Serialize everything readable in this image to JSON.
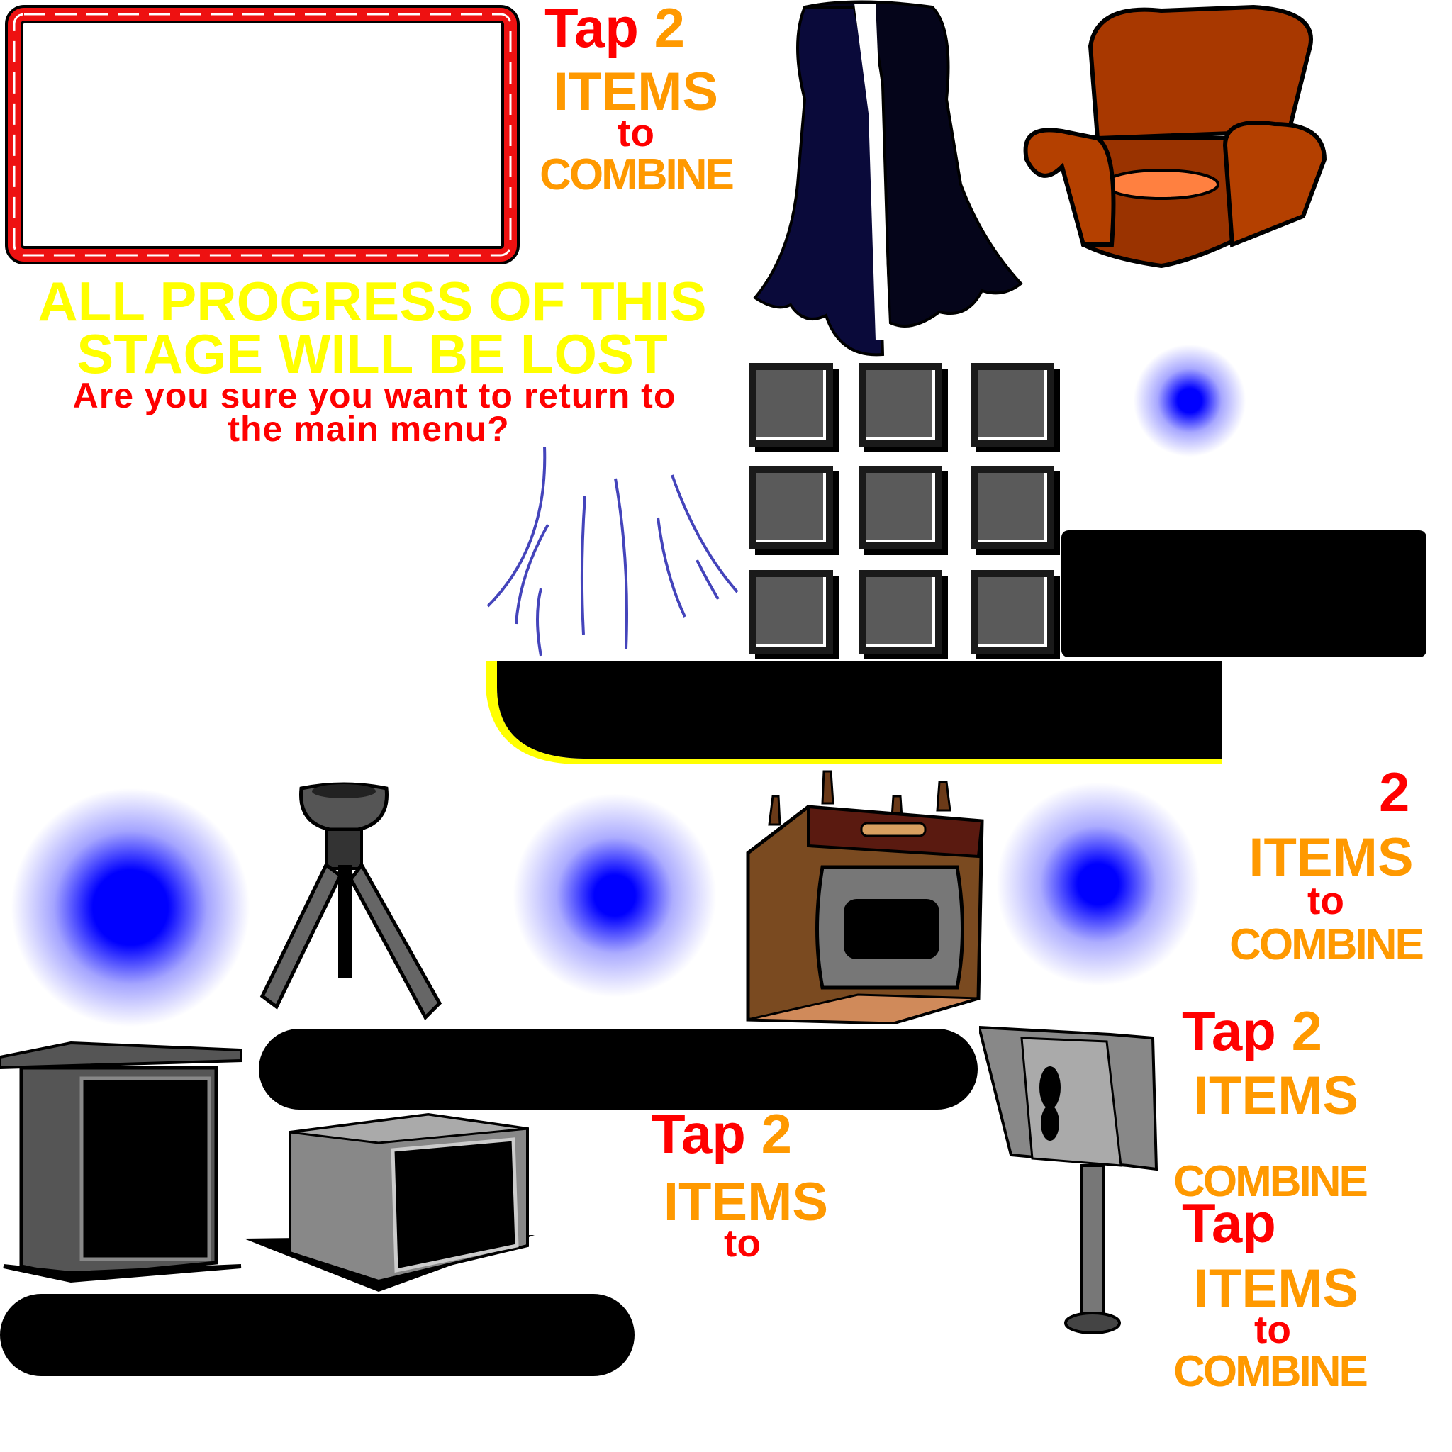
{
  "hint_top": {
    "tap": "Tap",
    "num": "2",
    "items": "ITEMS",
    "to": "to",
    "combine": "COMBINE"
  },
  "warning": {
    "line1": "ALL PROGRESS OF THIS",
    "line2": "STAGE WILL BE LOST",
    "question1": "Are you sure you want to return to",
    "question2": "the main menu?"
  },
  "hint_right": {
    "num": "2",
    "items": "ITEMS",
    "to": "to",
    "combine": "COMBINE"
  },
  "hint_center": {
    "tap": "Tap",
    "num": "2",
    "items": "ITEMS",
    "to": "to"
  },
  "hint_right_b": {
    "tap": "Tap",
    "num": "2",
    "items": "ITEMS",
    "combine": "COMBINE"
  },
  "hint_right_c": {
    "tap": "Tap",
    "items": "ITEMS",
    "to": "to",
    "combine": "COMBINE"
  },
  "colors": {
    "red": "#ff0000",
    "orange": "#ff9900",
    "yellow": "#ffff00",
    "glow": "#0000ff"
  }
}
